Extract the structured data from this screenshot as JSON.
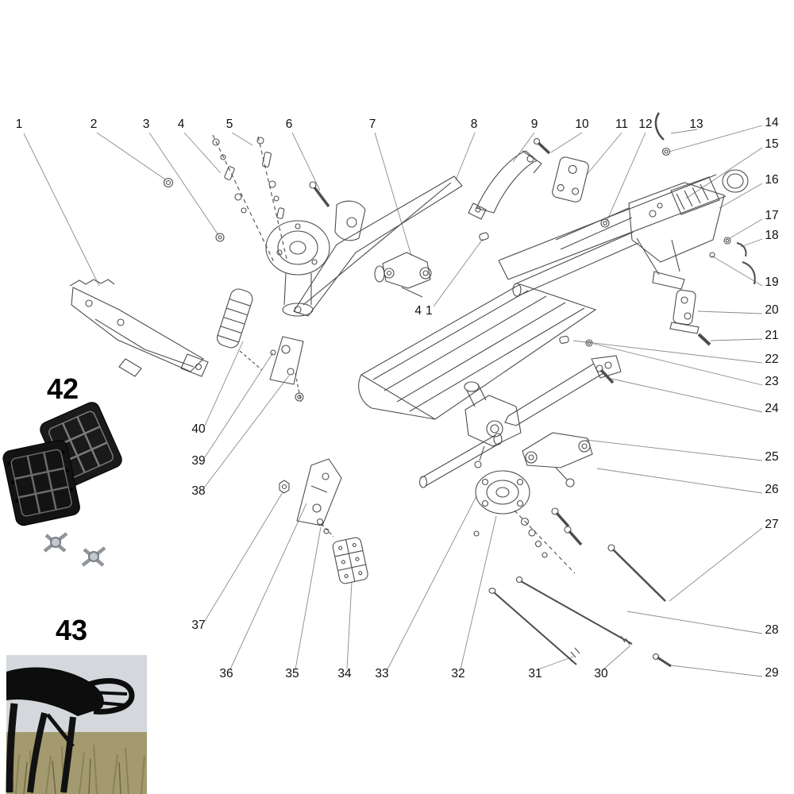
{
  "diagram": {
    "type": "exploded-parts-diagram",
    "description": "Exploded view technical parts diagram with numbered callouts, product photos for items 42 and 43",
    "callouts": {
      "c1": "1",
      "c2": "2",
      "c3": "3",
      "c4": "4",
      "c5": "5",
      "c6": "6",
      "c7": "7",
      "c8": "8",
      "c9": "9",
      "c10": "10",
      "c11": "11",
      "c12": "12",
      "c13": "13",
      "c14": "14",
      "c15": "15",
      "c16": "16",
      "c17": "17",
      "c18": "18",
      "c19": "19",
      "c20": "20",
      "c21": "21",
      "c22": "22",
      "c23": "23",
      "c24": "24",
      "c25": "25",
      "c26": "26",
      "c27": "27",
      "c28": "28",
      "c29": "29",
      "c30": "30",
      "c31": "31",
      "c32": "32",
      "c33": "33",
      "c34": "34",
      "c35": "35",
      "c36": "36",
      "c37": "37",
      "c38": "38",
      "c39": "39",
      "c40": "40",
      "c41": "41"
    },
    "featured_items": {
      "item42_label": "42",
      "item43_label": "43"
    },
    "colors": {
      "line": "#4d4d4d",
      "leader": "#8a8a8a",
      "text": "#111111",
      "background": "#ffffff",
      "product_black": "#131313",
      "photo_sky": "#d4d8dc",
      "photo_grass": "#a39a6f"
    }
  }
}
